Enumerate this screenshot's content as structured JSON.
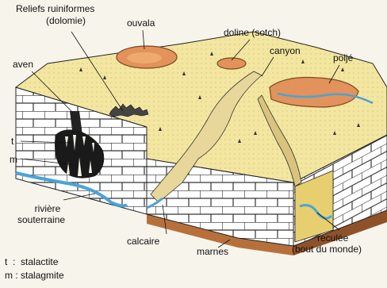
{
  "labels": {
    "reliefs": "Reliefs ruiniformes",
    "dolomie": "(dolomie)",
    "ouvala": "ouvala",
    "doline": "doline (sotch)",
    "canyon": "canyon",
    "polje": "poljé",
    "aven": "aven",
    "t": "t",
    "m": "m",
    "riviere": "rivière",
    "souterraine": "souterraine",
    "calcaire": "calcaire",
    "marnes": "marnes",
    "reculee": "reculée",
    "bout_du_monde": "(bout du monde)"
  },
  "legend": [
    {
      "key": "t",
      "text": "stalactite"
    },
    {
      "key": "m",
      "text": "stalagmite"
    }
  ],
  "colors": {
    "plateau": "#f3e6a0",
    "limestone": "#ffffff",
    "mortar": "#333333",
    "water": "#4aa3d6",
    "marl": "#b8703a",
    "depression": "#e2925a",
    "canyon_floor": "#e8d79a"
  }
}
